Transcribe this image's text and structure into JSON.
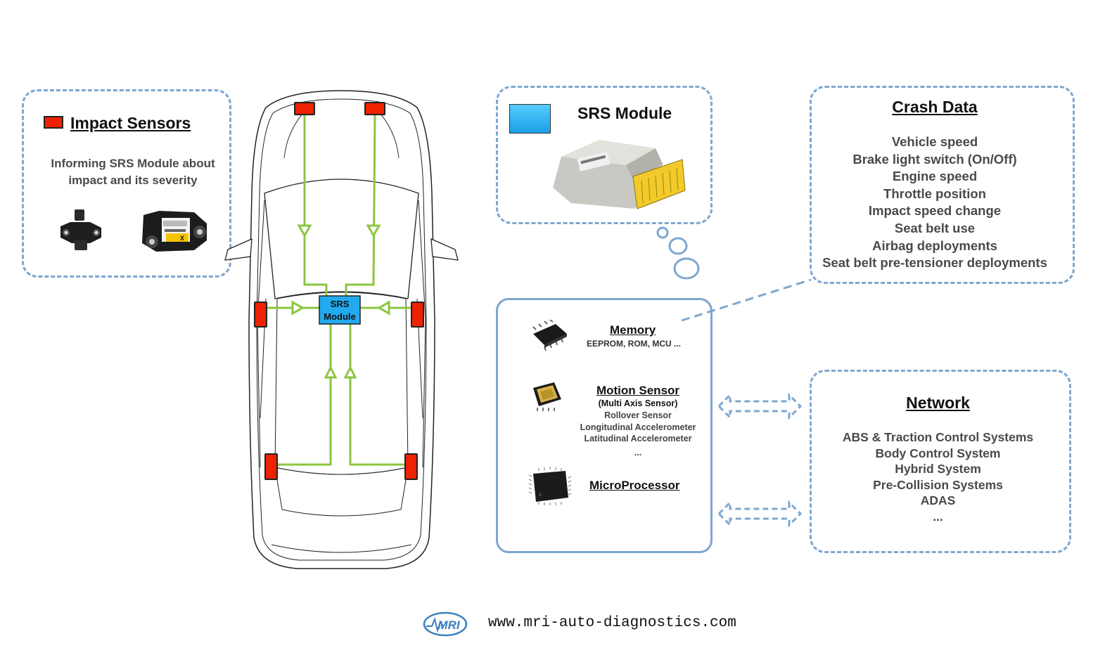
{
  "impact_sensors": {
    "title": "Impact Sensors",
    "description_line1": "Informing SRS Module about",
    "description_line2": "impact and its severity",
    "legend_color": "#ee2200",
    "sensor_label_text": "X"
  },
  "car": {
    "module_label_line1": "SRS",
    "module_label_line2": "Module",
    "sensor_color": "#ee2200",
    "module_color": "#22aaee",
    "wire_color": "#8cc63f"
  },
  "srs_module": {
    "title": "SRS Module",
    "legend_color": "#22aaee"
  },
  "crash_data": {
    "title": "Crash Data",
    "items": [
      "Vehicle speed",
      "Brake light switch (On/Off)",
      "Engine speed",
      "Throttle position",
      "Impact speed change",
      "Seat belt use",
      "Airbag deployments",
      "Seat belt pre-tensioner deployments"
    ]
  },
  "components": {
    "memory": {
      "title": "Memory",
      "subtitle": "EEPROM, ROM, MCU ..."
    },
    "motion_sensor": {
      "title": "Motion Sensor",
      "subtitle": "(Multi Axis Sensor)",
      "items": [
        "Rollover Sensor",
        "Longitudinal Accelerometer",
        "Latitudinal Accelerometer",
        "..."
      ]
    },
    "microprocessor": {
      "title": "MicroProcessor"
    }
  },
  "network": {
    "title": "Network",
    "items": [
      "ABS & Traction Control Systems",
      "Body Control System",
      "Hybrid System",
      "Pre-Collision Systems",
      "ADAS",
      "..."
    ]
  },
  "footer": {
    "logo_text": "MRI",
    "url": "www.mri-auto-diagnostics.com"
  },
  "colors": {
    "box_border": "#7ea7cf",
    "accent_red": "#ee2200",
    "accent_blue": "#22aaee",
    "wire_green": "#8cc63f"
  }
}
